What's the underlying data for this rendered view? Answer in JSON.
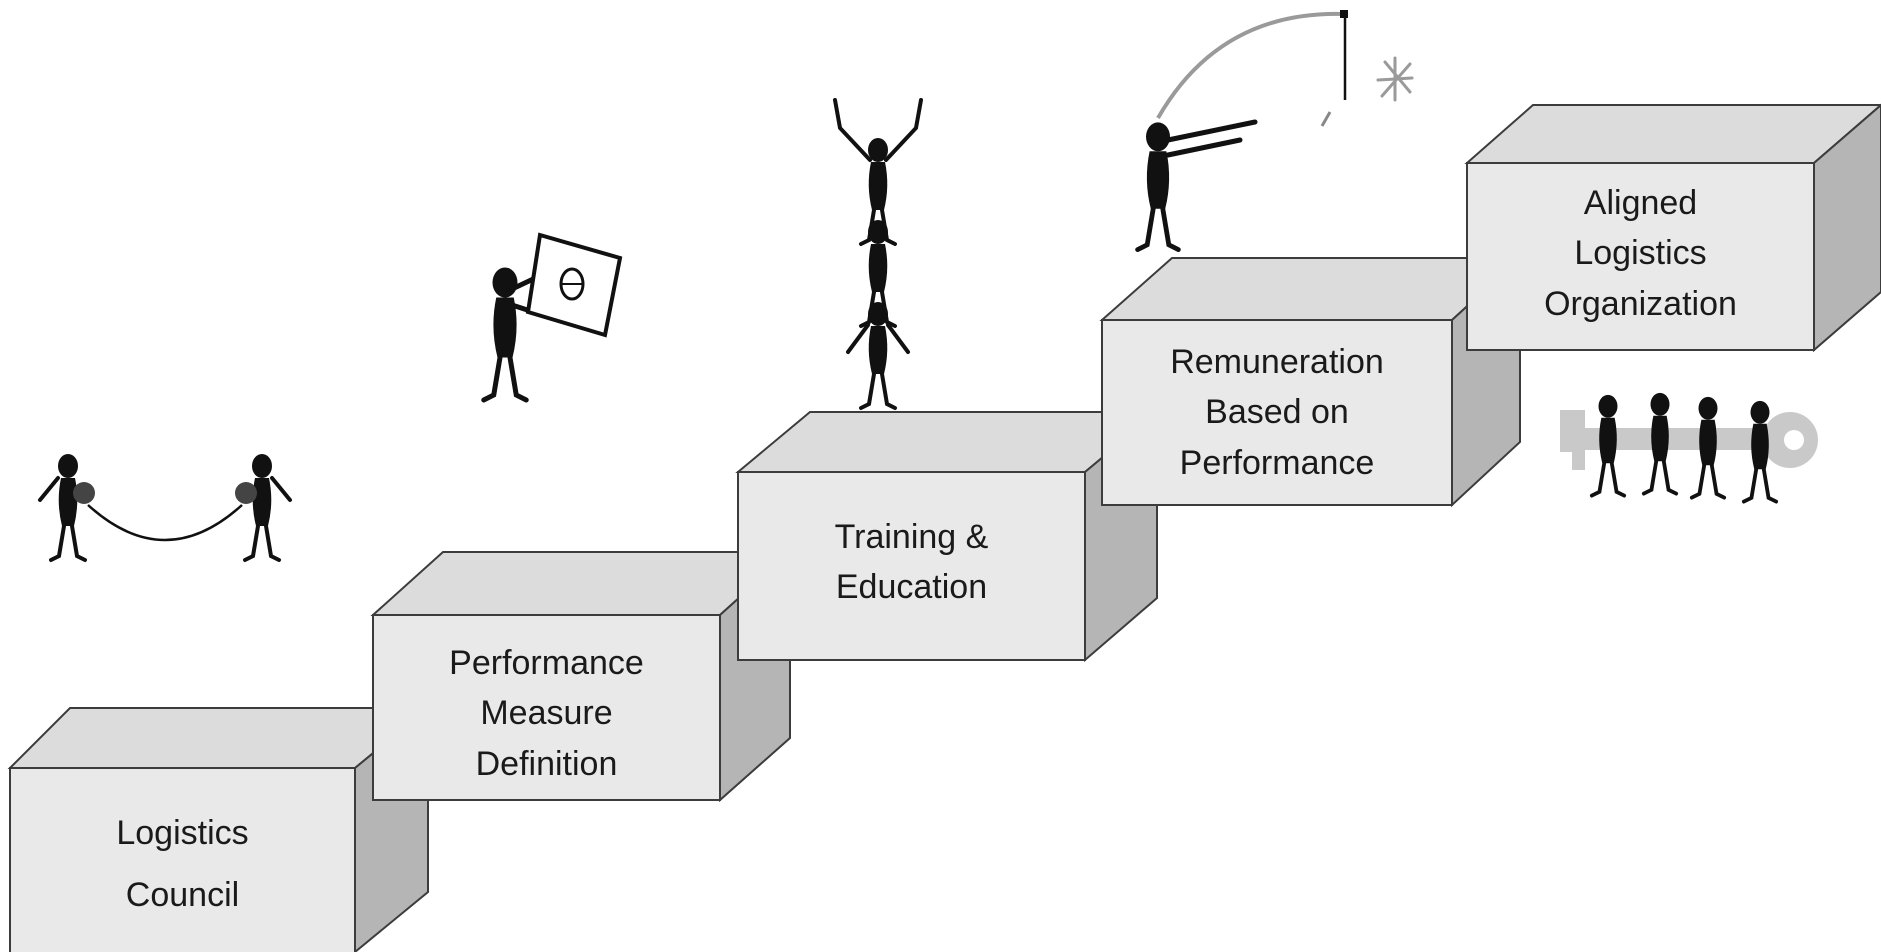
{
  "steps": [
    {
      "id": "logistics-council",
      "label_lines": [
        "Logistics",
        "Council"
      ]
    },
    {
      "id": "performance-measure-definition",
      "label_lines": [
        "Performance",
        "Measure",
        "Definition"
      ]
    },
    {
      "id": "training-education",
      "label_lines": [
        "Training &",
        "Education"
      ]
    },
    {
      "id": "remuneration",
      "label_lines": [
        "Remuneration",
        "Based on",
        "Performance"
      ]
    },
    {
      "id": "aligned-organization",
      "label_lines": [
        "Aligned",
        "Logistics",
        "Organization"
      ]
    }
  ],
  "illustrations": [
    {
      "step": "logistics-council",
      "icon": "tin-can-telephone-figures-icon"
    },
    {
      "step": "performance-measure-definition",
      "icon": "figure-holding-sign-icon"
    },
    {
      "step": "training-education",
      "icon": "stacked-acrobats-icon"
    },
    {
      "step": "remuneration",
      "icon": "figure-fishing-for-reward-icon"
    },
    {
      "step": "aligned-organization",
      "icon": "figures-carrying-key-icon"
    }
  ],
  "colors": {
    "block_front": "#e9e9e9",
    "block_top": "#dcdcdc",
    "block_side": "#b5b5b5",
    "outline": "#3c3c3c",
    "figure": "#111111",
    "key": "#c9c9c9"
  }
}
